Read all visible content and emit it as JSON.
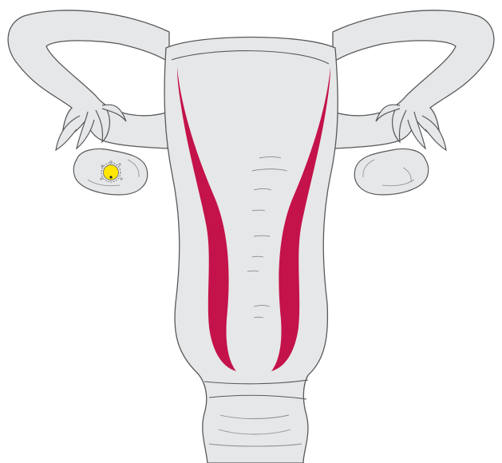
{
  "diagram": {
    "subject": "uterus-illustration",
    "colors": {
      "organ_fill": "#e6e7e8",
      "organ_stroke": "#58595b",
      "lining": "#c4124a",
      "egg_fill": "#ffe600",
      "egg_stroke": "#6d6e71",
      "detail_line": "#8a8c8f"
    },
    "parts": [
      "uterus-body",
      "endometrial-lining-left",
      "endometrial-lining-right",
      "fallopian-tube-left",
      "fallopian-tube-right",
      "fimbriae-left",
      "fimbriae-right",
      "ovary-left",
      "ovary-right",
      "egg-follicle",
      "cervix"
    ]
  }
}
